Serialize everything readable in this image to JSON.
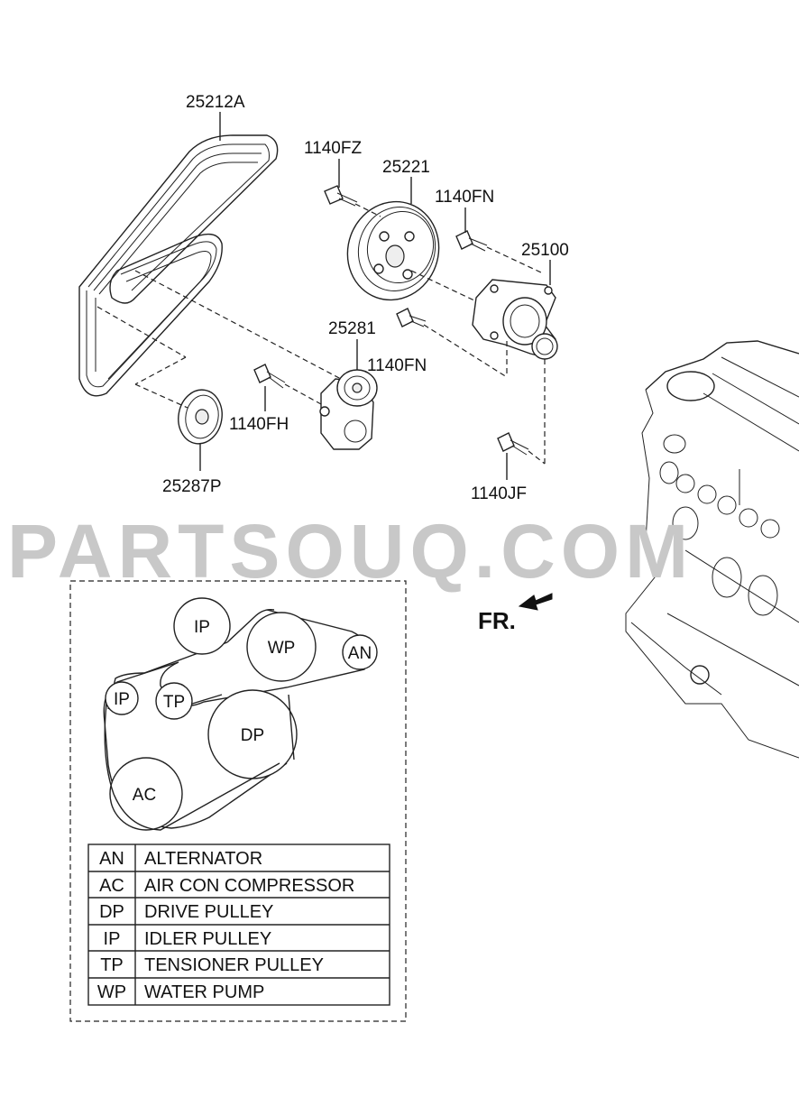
{
  "part_numbers": {
    "belt": "25212A",
    "bolt_top": "1140FZ",
    "pulley_wp": "25221",
    "bolt_right": "1140FN",
    "pump": "25100",
    "tensioner": "25281",
    "bolt_mid": "1140FN",
    "bolt_left": "1140FH",
    "idler": "25287P",
    "bolt_bottom": "1140JF"
  },
  "watermark": "PARTSOUQ.COM",
  "front_indicator": "FR.",
  "belt_routing": {
    "pulleys": {
      "ip_top": "IP",
      "wp": "WP",
      "an": "AN",
      "ip_left": "IP",
      "tp": "TP",
      "dp": "DP",
      "ac": "AC"
    }
  },
  "legend": [
    {
      "code": "AN",
      "desc": "ALTERNATOR"
    },
    {
      "code": "AC",
      "desc": "AIR CON COMPRESSOR"
    },
    {
      "code": "DP",
      "desc": "DRIVE PULLEY"
    },
    {
      "code": "IP",
      "desc": "IDLER PULLEY"
    },
    {
      "code": "TP",
      "desc": "TENSIONER PULLEY"
    },
    {
      "code": "WP",
      "desc": "WATER PUMP"
    }
  ]
}
